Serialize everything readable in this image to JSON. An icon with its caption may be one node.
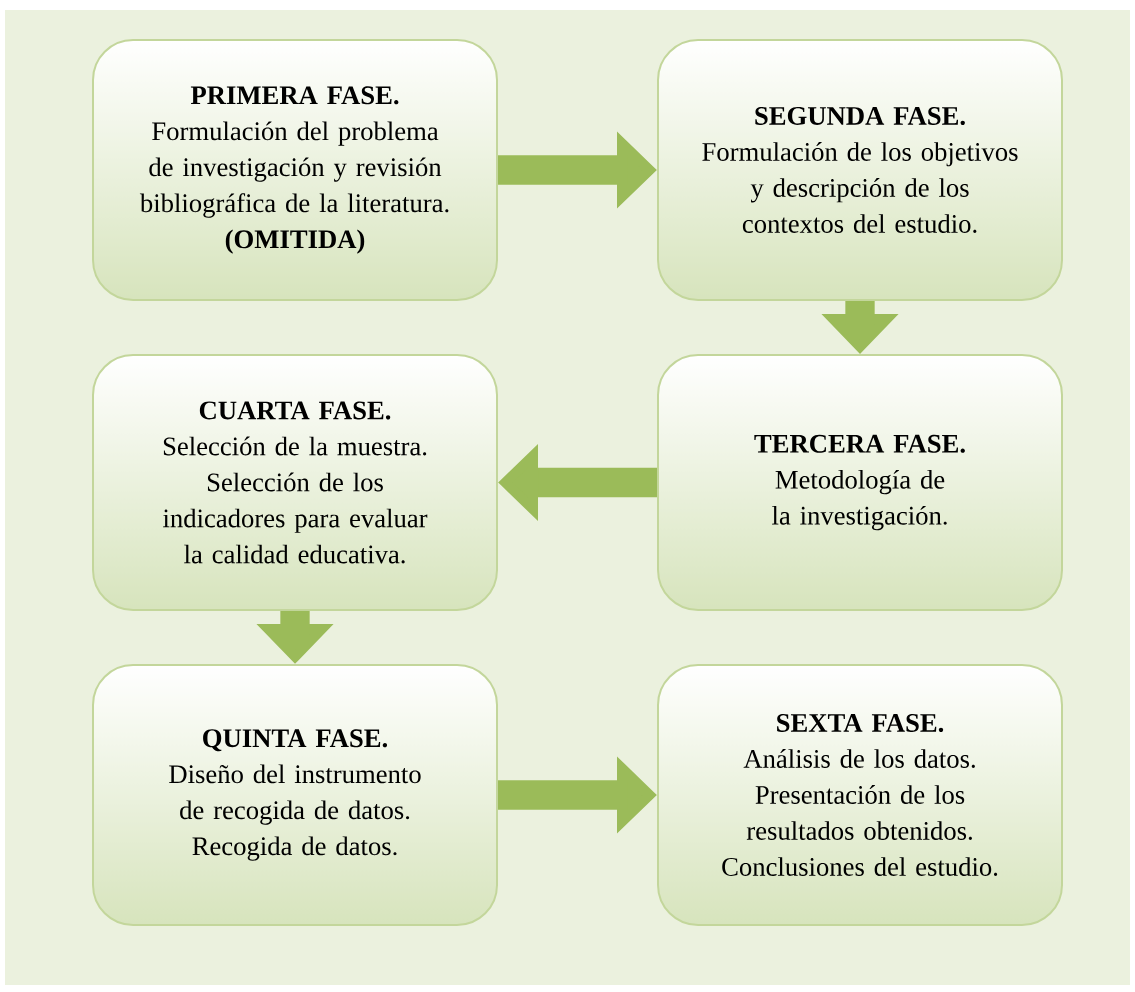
{
  "diagram": {
    "nodes": [
      {
        "text": [
          "PRIMERA FASE.",
          "Formulación del problema de investigación y revisión bibliográfica de la literatura.",
          "(OMITIDA)"
        ]
      },
      {
        "text": [
          "SEGUNDA FASE.",
          "Formulación de los objetivos y descripción de los contextos del estudio."
        ]
      },
      {
        "text": [
          "TERCERA FASE.",
          "Metodología de la investigación."
        ]
      },
      {
        "text": [
          "CUARTA FASE.",
          "Selección de la muestra. Selección de los indicadores para evaluar la calidad educativa."
        ]
      },
      {
        "text": [
          "QUINTA FASE.",
          "Diseño del instrumento de recogida de datos. Recogida de datos."
        ]
      },
      {
        "text": [
          "SEXTA FASE.",
          "Análisis de los datos. Presentación de los resultados obtenidos. Conclusiones del estudio."
        ]
      }
    ],
    "edges": [
      {
        "from": 0,
        "to": 1,
        "arrow": "to"
      },
      {
        "from": 1,
        "to": 2,
        "arrow": "to"
      },
      {
        "from": 2,
        "to": 3,
        "arrow": "to"
      },
      {
        "from": 3,
        "to": 4,
        "arrow": "to"
      },
      {
        "from": 4,
        "to": 5,
        "arrow": "to"
      }
    ]
  }
}
